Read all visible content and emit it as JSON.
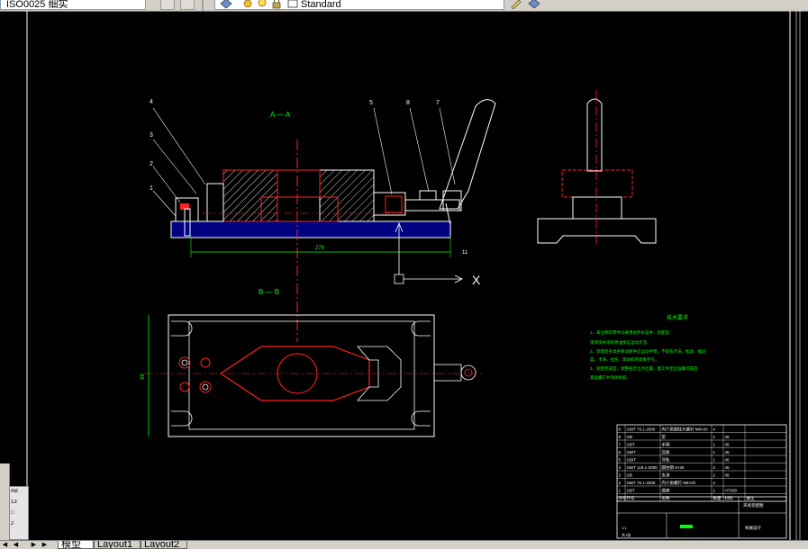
{
  "toolbar": {
    "layer_combo_value": "ISO0025  细实",
    "text_style_value": "Standard",
    "icons": [
      "layer-state-icon",
      "layer-previous-icon",
      "layer-manager-icon",
      "color-control-icon",
      "bulb-icon",
      "sun-icon",
      "lock-icon",
      "properties-icon",
      "match-icon"
    ]
  },
  "drawing": {
    "section_aa": "A — A",
    "section_bb": "B — B",
    "dimension_length": "276",
    "dimension_width": "98",
    "ucs_x": "X",
    "leaders": [
      "1",
      "2",
      "3",
      "4",
      "5",
      "8",
      "7",
      "11"
    ],
    "tech_title": "技术要求",
    "tech_lines": [
      "1、未注明的零件均采用组件标准件，装配前",
      "须清洗并涂防锈油保证运动灵活。",
      "2、装配后夹具各移动部件应运动平稳，不得有卡滞、松动、摆动",
      "度、卡滞、拉伤、等缺陷的现象存在。",
      "3、装配完成后，调整各定位点位置，使工件定位准确可靠后",
      "紧固螺钉并涂防松胶。"
    ],
    "bom_rows": [
      [
        "9",
        "GB/T 70.1-2000",
        "内六角圆柱头螺钉 M8×20",
        "4",
        ""
      ],
      [
        "8",
        "GB",
        "垫",
        "1",
        "45"
      ],
      [
        "7",
        "GBT",
        "手柄",
        "1",
        "45"
      ],
      [
        "6",
        "GB/T",
        "压板",
        "1",
        "45"
      ],
      [
        "5",
        "GB/T",
        "导轨",
        "1",
        "45"
      ],
      [
        "4",
        "GB/T 119.1-2000",
        "圆柱销 6×30",
        "2",
        "45"
      ],
      [
        "3",
        "GB",
        "支承",
        "2",
        "45"
      ],
      [
        "2",
        "GB/T 70.1-2000",
        "内六角螺钉 M6×20",
        "4",
        ""
      ],
      [
        "1",
        "GBT",
        "底座",
        "1",
        "HT200"
      ]
    ],
    "bom_header": [
      "序号",
      "代号",
      "名称",
      "数量",
      "材料",
      "备注"
    ],
    "title_block_name": "夹具装配图",
    "title_block_company": "机械设计",
    "title_block_scale": "1:1",
    "title_block_sheet": "共1张"
  },
  "colors": {
    "background": "#000000",
    "white_lines": "#ffffff",
    "red_lines": "#ff2222",
    "green_text": "#00ff00",
    "hatch": "#ffffff",
    "blue_fill": "#000080"
  },
  "tabs": {
    "model": "模型",
    "layout1": "Layout1",
    "layout2": "Layout2"
  },
  "side_panel": {
    "rows": [
      "AB",
      "13",
      "□",
      "2"
    ]
  }
}
